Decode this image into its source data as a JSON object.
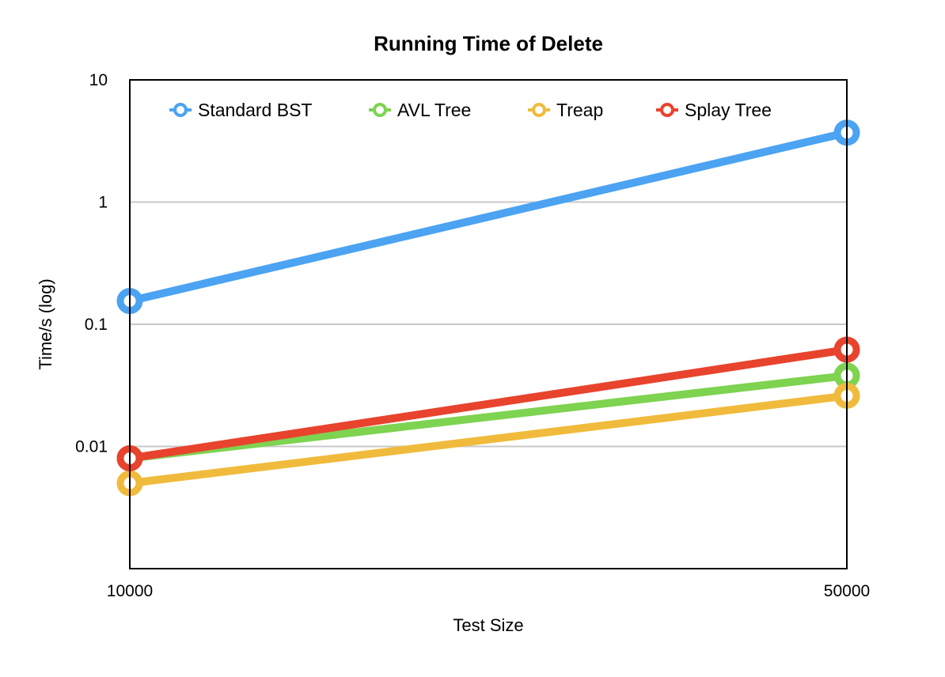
{
  "chart_data": {
    "type": "line",
    "title": "Running Time of Delete",
    "xlabel": "Test Size",
    "ylabel": "Time/s (log)",
    "x_scale": "categorical",
    "y_scale": "log",
    "ylim": [
      0.001,
      10
    ],
    "yticks": [
      {
        "value": 10,
        "label": "10"
      },
      {
        "value": 1,
        "label": "1"
      },
      {
        "value": 0.1,
        "label": "0.1"
      },
      {
        "value": 0.01,
        "label": "0.01"
      }
    ],
    "categories": [
      "10000",
      "50000"
    ],
    "grid": true,
    "legend_position": "top",
    "series": [
      {
        "name": "Standard BST",
        "color": "#4BA3F2",
        "values": [
          0.155,
          3.7
        ]
      },
      {
        "name": "AVL Tree",
        "color": "#7ED350",
        "values": [
          0.008,
          0.038
        ]
      },
      {
        "name": "Treap",
        "color": "#F0BB3C",
        "values": [
          0.005,
          0.026
        ]
      },
      {
        "name": "Splay Tree",
        "color": "#E8432D",
        "values": [
          0.008,
          0.062
        ]
      }
    ]
  }
}
